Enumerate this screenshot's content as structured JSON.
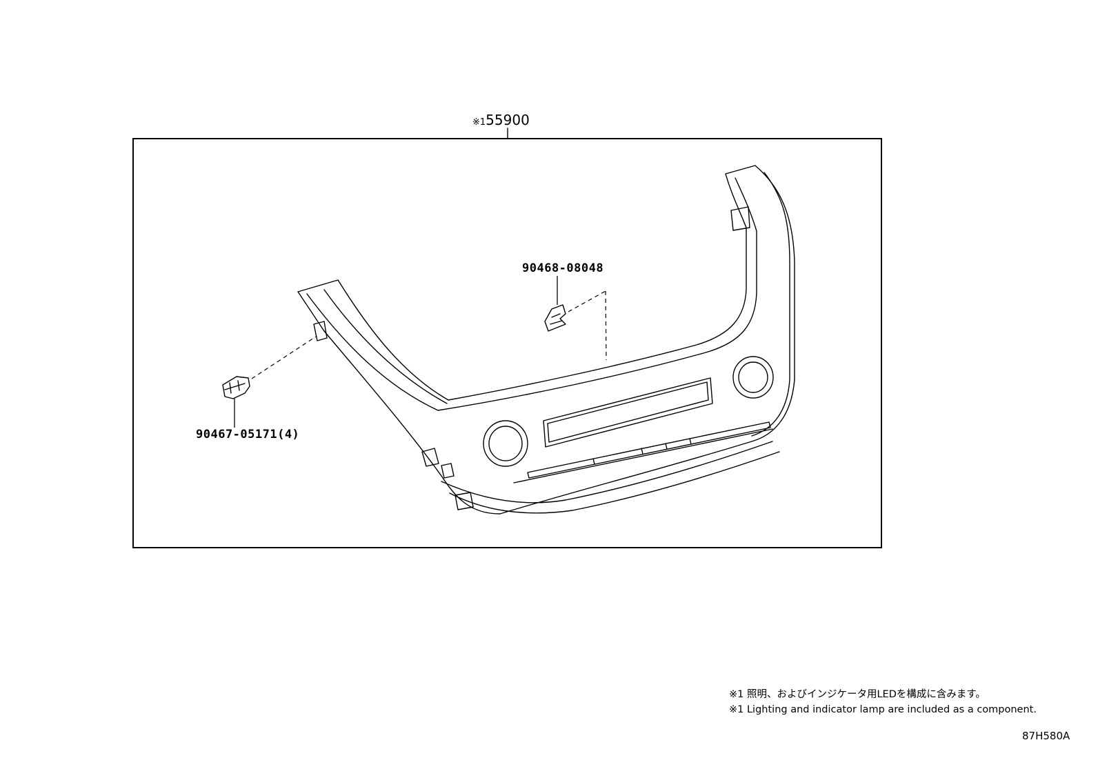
{
  "diagram": {
    "main_part": {
      "mark": "※1",
      "number": "55900"
    },
    "callouts": [
      {
        "id": "upper-clip",
        "text": "90468-08048"
      },
      {
        "id": "lower-clip",
        "text": "90467-05171(4)"
      }
    ],
    "notes": [
      "※1 照明、およびインジケータ用LEDを構成に含みます。",
      "※1 Lighting and indicator lamp are included as a component."
    ],
    "reference_code": "87H580A"
  }
}
